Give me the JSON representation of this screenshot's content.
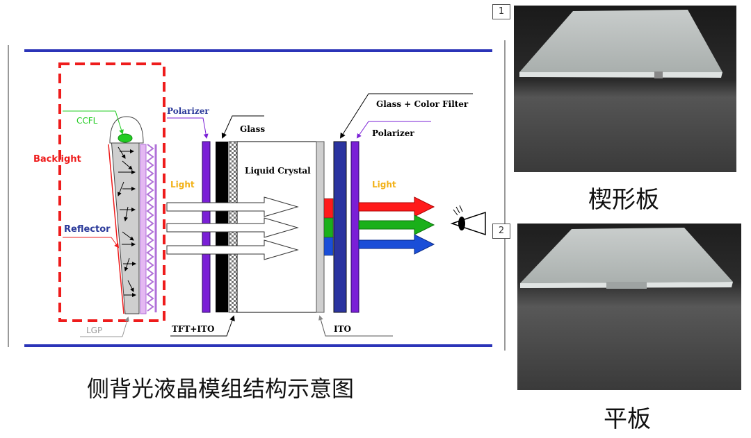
{
  "diagram": {
    "labels": {
      "ccfl": "CCFL",
      "backlight": "Backlight",
      "reflector": "Reflector",
      "lgp": "LGP",
      "polarizer_left": "Polarizer",
      "glass": "Glass",
      "liquid_crystal": "Liquid Crystal",
      "light_left": "Light",
      "tft_ito": "TFT+ITO",
      "glass_color_filter": "Glass + Color Filter",
      "polarizer_right": "Polarizer",
      "light_right": "Light",
      "ito": "ITO"
    },
    "caption": "侧背光液晶模组结构示意图",
    "colors": {
      "frame_blue": "#2b34b8",
      "backlight_red": "#ee1c1c",
      "ccfl_green": "#22cc22",
      "reflector_blue": "#2b3a9a",
      "polarizer_purple": "#7a1fd6",
      "light_yellow": "#f2b21a",
      "filter_red": "#ff1a1a",
      "filter_green": "#1ab01a",
      "filter_blue": "#1a4ed8"
    }
  },
  "photos": {
    "items": [
      {
        "number": "1",
        "caption": "楔形板"
      },
      {
        "number": "2",
        "caption": "平板"
      }
    ]
  }
}
